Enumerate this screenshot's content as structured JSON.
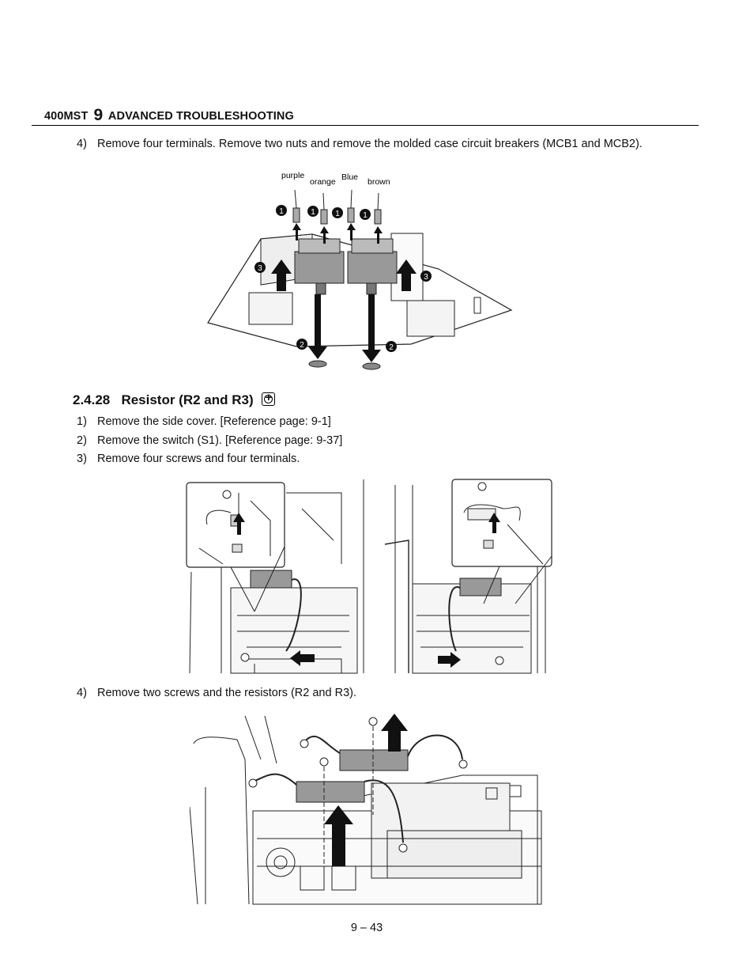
{
  "header": {
    "model": "400MST",
    "chapter_num": "9",
    "chapter_title": "ADVANCED TROUBLESHOOTING"
  },
  "step_mcb": {
    "number": "4)",
    "text": "Remove four terminals. Remove two nuts and remove the molded case circuit breakers (MCB1 and MCB2)."
  },
  "figure1": {
    "wire_labels": [
      "purple",
      "orange",
      "Blue",
      "brown"
    ],
    "callouts": {
      "terminal": "1",
      "nut": "2",
      "breaker": "3"
    }
  },
  "section": {
    "number": "2.4.28",
    "title": "Resistor (R2 and R3)"
  },
  "steps": [
    {
      "number": "1)",
      "text": "Remove the side cover. [Reference page: 9-1]"
    },
    {
      "number": "2)",
      "text": "Remove the switch (S1). [Reference page: 9-37]"
    },
    {
      "number": "3)",
      "text": "Remove four screws and four terminals."
    },
    {
      "number": "4)",
      "text": "Remove two screws and the resistors (R2 and R3)."
    }
  ],
  "footer": {
    "page_number": "9 – 43"
  }
}
